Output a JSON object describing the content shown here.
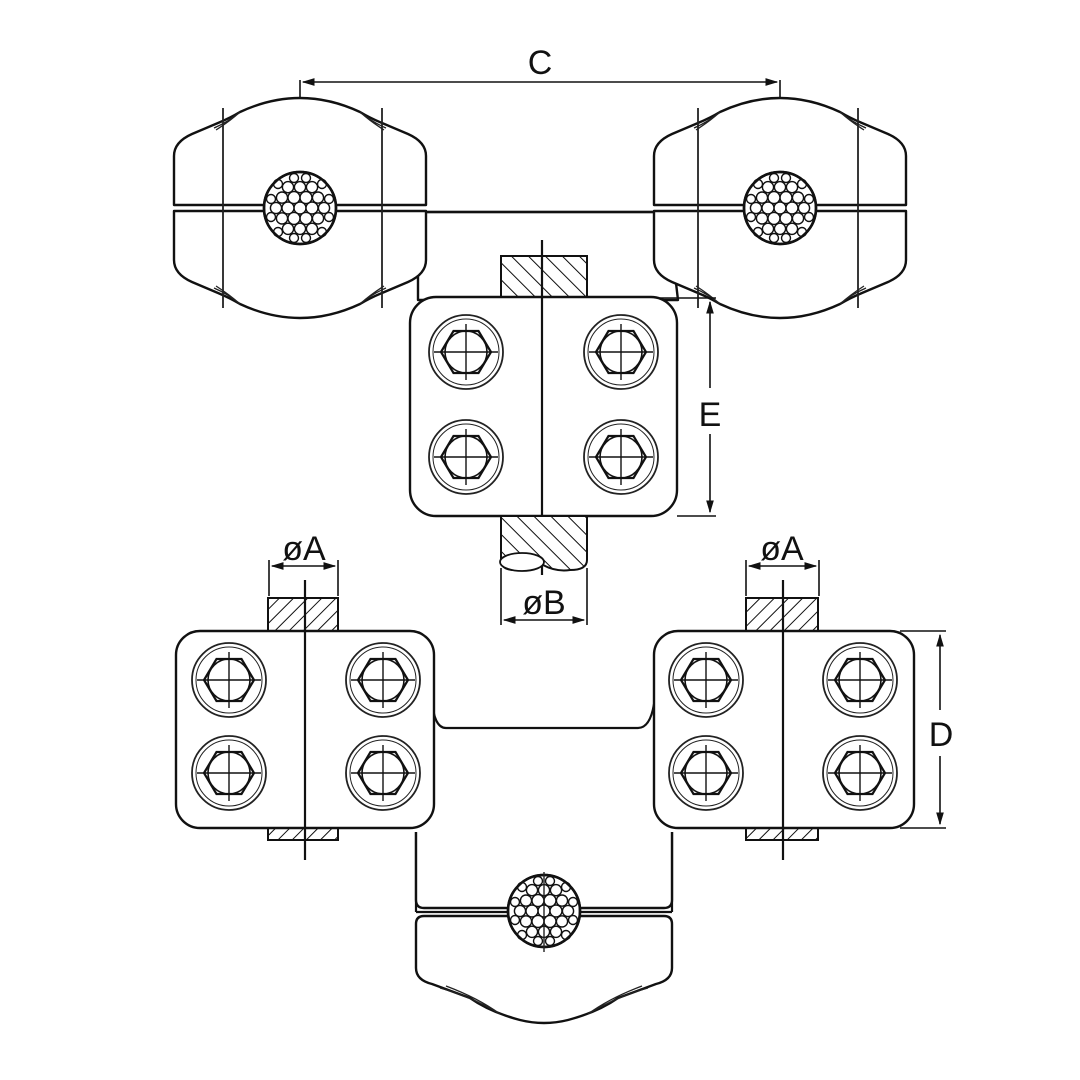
{
  "drawing": {
    "type": "technical-drawing",
    "subject": "cable clamp / suspension connector assembly",
    "line_color": "#111111",
    "background": "#ffffff"
  },
  "dimensions": {
    "C": {
      "label": "C",
      "description": "center distance between upper cable clamps"
    },
    "E": {
      "label": "E",
      "description": "height of central bolt plate"
    },
    "B": {
      "label": "øB",
      "description": "diameter of central rod"
    },
    "A_left": {
      "label": "øA",
      "description": "diameter of left branch rod"
    },
    "A_right": {
      "label": "øA",
      "description": "diameter of right branch rod"
    },
    "D": {
      "label": "D",
      "description": "height of lower bolt plate"
    }
  },
  "components": {
    "upper_clamps": 2,
    "bolt_plates": 3,
    "bolts_per_plate": 4,
    "lower_clamp": 1
  }
}
